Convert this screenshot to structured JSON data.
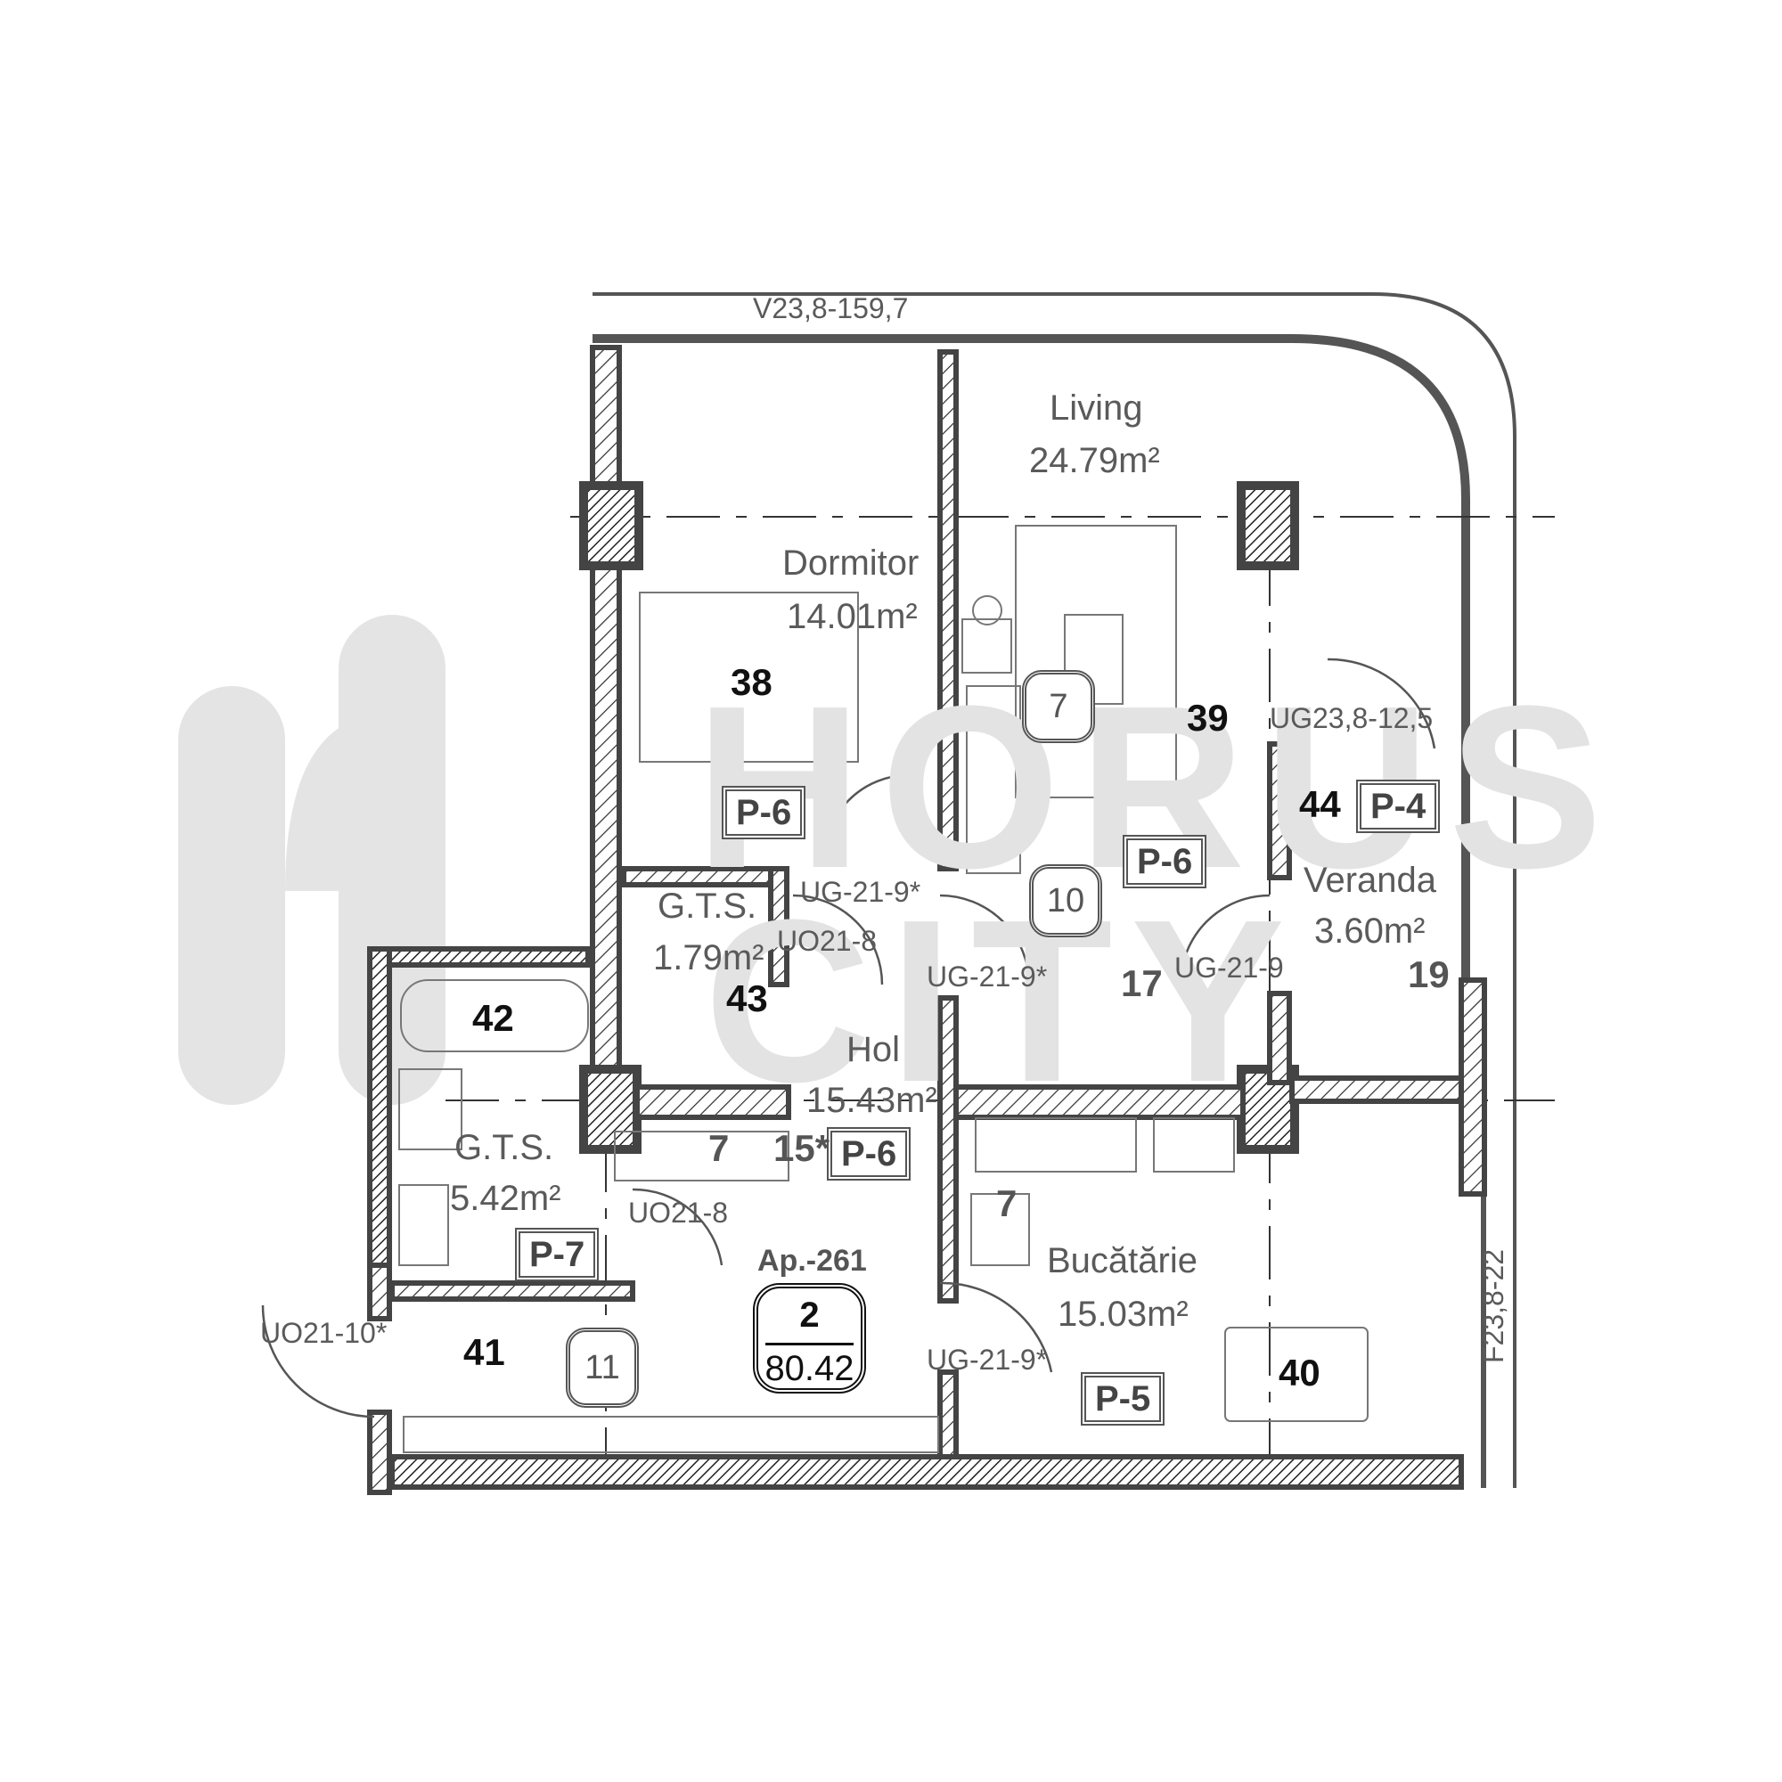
{
  "plan": {
    "top_elevation_code": "V23,8-159,7",
    "right_elevation_code": "F23,8-22",
    "watermark": {
      "line1": "HORUS",
      "line2": "CITY"
    },
    "apartment": {
      "label": "Ap.-261",
      "rooms": "2",
      "area": "80.42"
    },
    "rooms": [
      {
        "id": "living",
        "name": "Living",
        "area": "24.79m²",
        "number": "39",
        "finish": "P-6"
      },
      {
        "id": "dormitor",
        "name": "Dormitor",
        "area": "14.01m²",
        "number": "38",
        "finish": "P-6"
      },
      {
        "id": "veranda",
        "name": "Veranda",
        "area": "3.60m²",
        "number": "44",
        "finish": "P-4"
      },
      {
        "id": "gts-small",
        "name": "G.T.S.",
        "area": "1.79m²",
        "number": "43"
      },
      {
        "id": "hol",
        "name": "Hol",
        "area": "15.43m²",
        "finish": "P-6"
      },
      {
        "id": "gts-large",
        "name": "G.T.S.",
        "area": "5.42m²",
        "number": "42",
        "finish": "P-7"
      },
      {
        "id": "bucatarie",
        "name": "Bucătărie",
        "area": "15.03m²",
        "number": "40",
        "finish": "P-5"
      },
      {
        "id": "entry",
        "number": "41"
      }
    ],
    "door_codes": {
      "veranda_door": "UG23,8-12,5",
      "dormitor_door": "UG-21-9*",
      "gts_small_door": "UO21-8",
      "living_door": "UG-21-9*",
      "veranda_hall_door": "UG-21-9",
      "gts_large_door": "UO21-8",
      "entry_door": "UO21-10*",
      "kitchen_door": "UG-21-9*"
    },
    "callouts": {
      "living_marker": "7",
      "hall_marker": "10",
      "entry_marker": "11",
      "ref_17": "17",
      "ref_19": "19",
      "ref_7a": "7",
      "ref_15": "15*",
      "ref_7b": "7"
    }
  }
}
